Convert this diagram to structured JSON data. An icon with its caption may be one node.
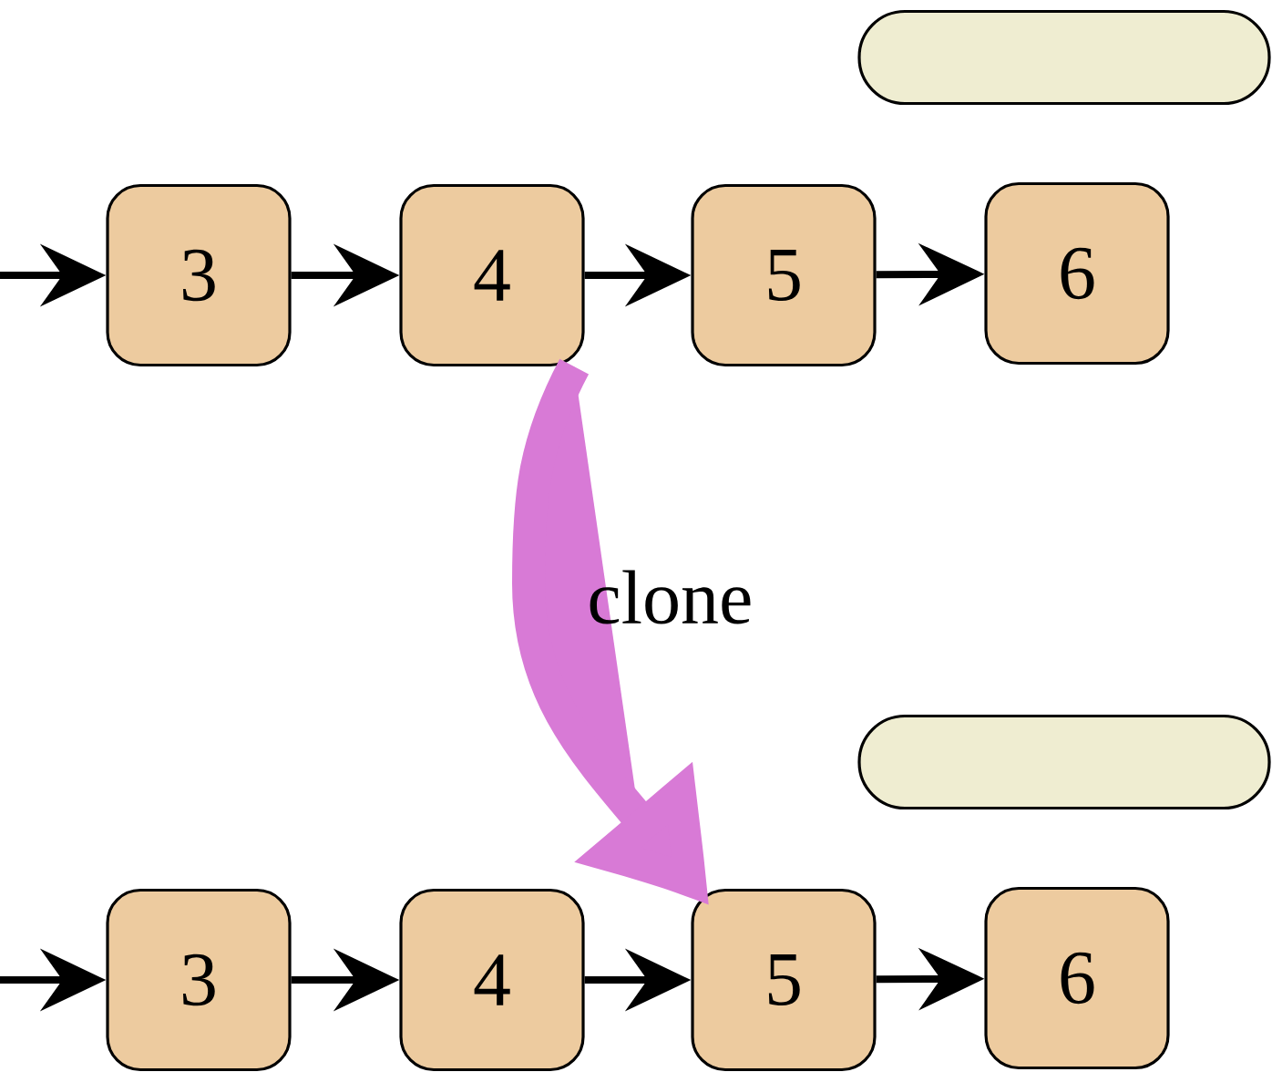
{
  "diagram": {
    "nodes": [
      {
        "text": [],
        "shape": "box"
      },
      {
        "text": [
          "3"
        ]
      },
      {
        "text": [
          "4"
        ]
      },
      {
        "text": [
          "5"
        ]
      },
      {
        "text": [
          "6"
        ]
      },
      {
        "text": [],
        "shape": "box"
      },
      {
        "text": [
          "3"
        ]
      },
      {
        "text": [
          "4"
        ]
      },
      {
        "text": [
          "5"
        ]
      },
      {
        "text": [
          "6"
        ]
      }
    ],
    "edges": [
      {
        "from": null,
        "to": 1,
        "arrow": "to"
      },
      {
        "from": 1,
        "to": 2,
        "arrow": "to"
      },
      {
        "from": 2,
        "to": 3,
        "arrow": "to"
      },
      {
        "from": 3,
        "to": 4,
        "arrow": "to"
      },
      {
        "from": null,
        "to": 6,
        "arrow": "to"
      },
      {
        "from": 6,
        "to": 7,
        "arrow": "to"
      },
      {
        "from": 7,
        "to": 8,
        "arrow": "to"
      },
      {
        "from": 8,
        "to": 9,
        "arrow": "to"
      },
      {
        "from": 2,
        "to": 8,
        "arrow": "to",
        "label": "clone",
        "style": "thick",
        "color": "#d87ad6"
      }
    ]
  }
}
